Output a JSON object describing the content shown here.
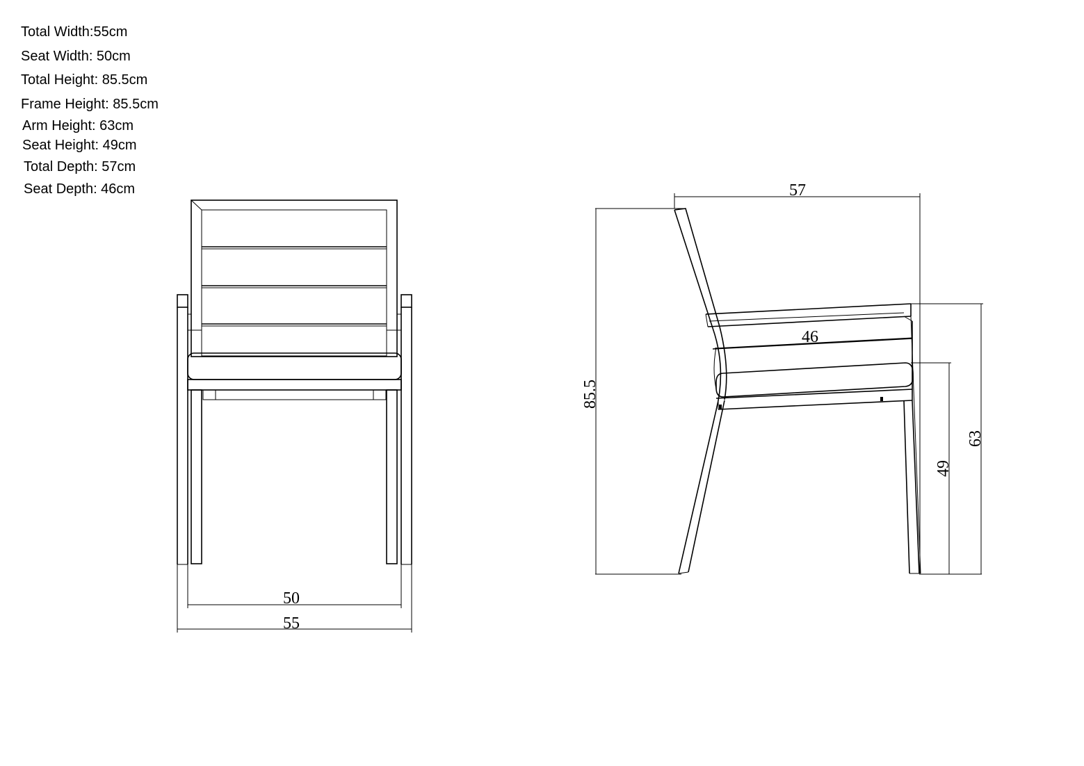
{
  "specs": [
    {
      "label": "Total Width:55cm"
    },
    {
      "label": "Seat Width: 50cm"
    },
    {
      "label": "Total Height: 85.5cm"
    },
    {
      "label": "Frame Height: 85.5cm"
    },
    {
      "label": "Arm Height: 63cm"
    },
    {
      "label": "Seat Height:  49cm"
    },
    {
      "label": "Total Depth: 57cm"
    },
    {
      "label": "Seat Depth: 46cm"
    }
  ],
  "front_view": {
    "seat_width_dim": "50",
    "total_width_dim": "55"
  },
  "side_view": {
    "total_depth_dim": "57",
    "seat_depth_dim": "46",
    "total_height_dim": "85.5",
    "seat_height_dim": "49",
    "arm_height_dim": "63"
  }
}
